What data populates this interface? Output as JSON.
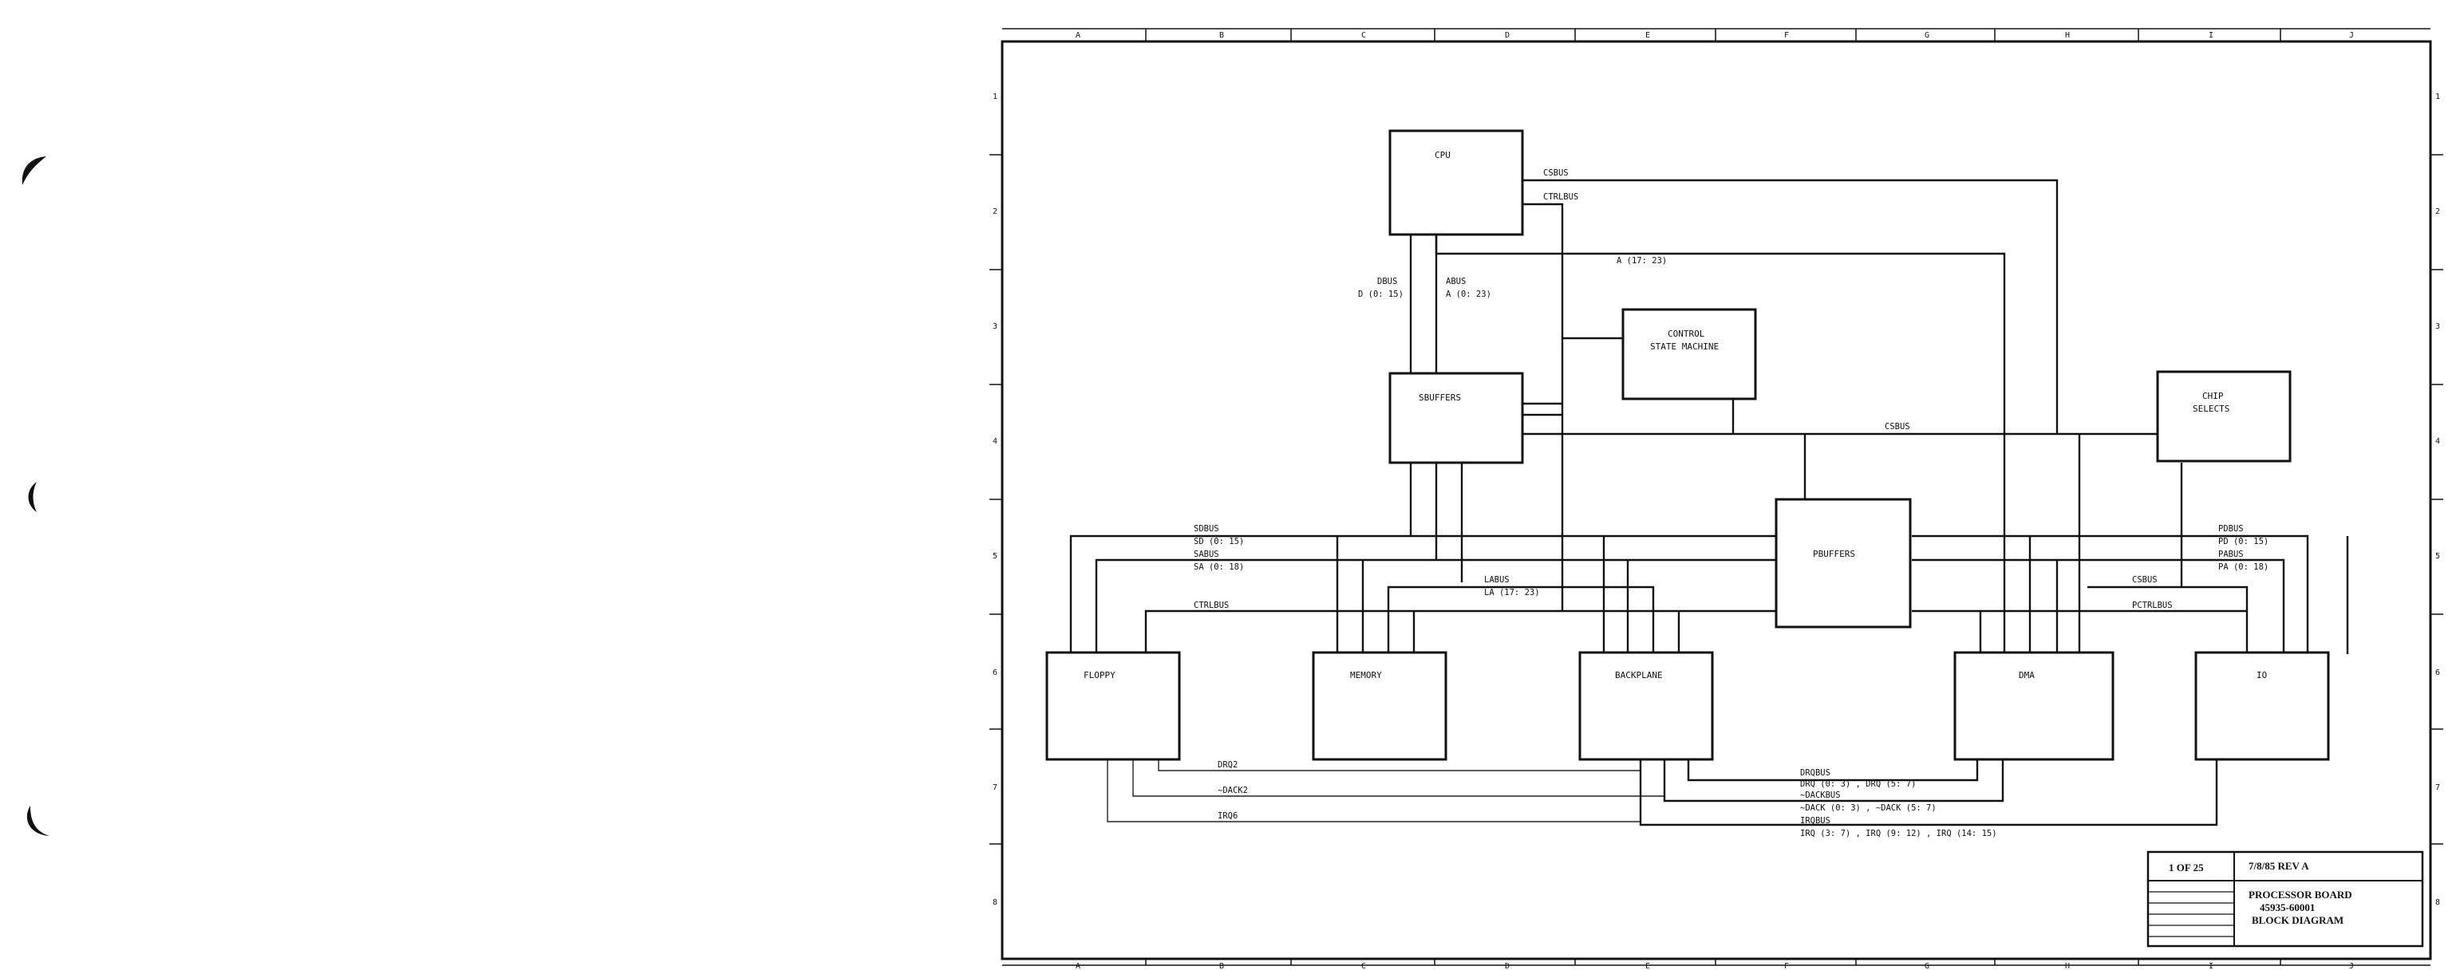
{
  "zones": {
    "columns": [
      "A",
      "B",
      "C",
      "D",
      "E",
      "F",
      "G",
      "H",
      "I",
      "J"
    ],
    "rows": [
      "1",
      "2",
      "3",
      "4",
      "5",
      "6",
      "7",
      "8"
    ]
  },
  "blocks": {
    "cpu": "CPU",
    "control_line1": "CONTROL",
    "control_line2": "STATE MACHINE",
    "sbuffers": "SBUFFERS",
    "chip_selects_line1": "CHIP",
    "chip_selects_line2": "SELECTS",
    "pbuffers": "PBUFFERS",
    "floppy": "FLOPPY",
    "memory": "MEMORY",
    "backplane": "BACKPLANE",
    "dma": "DMA",
    "io": "IO"
  },
  "signals": {
    "csbus_top": "CSBUS",
    "ctrlbus_top": "CTRLBUS",
    "a_17_23": "A (17: 23)",
    "dbus": "DBUS",
    "dbus_range": "D (0: 15)",
    "abus": "ABUS",
    "abus_range": "A (0: 23)",
    "csbus_mid": "CSBUS",
    "sdbus": "SDBUS",
    "sd_range": "SD (0: 15)",
    "sabus": "SABUS",
    "sa_range": "SA (0: 18)",
    "labus": "LABUS",
    "la_range": "LA (17: 23)",
    "ctrlbus_left": "CTRLBUS",
    "pdbus": "PDBUS",
    "pd_range": "PD (0: 15)",
    "pabus": "PABUS",
    "pa_range": "PA (0: 18)",
    "csbus_right": "CSBUS",
    "pctrlbus": "PCTRLBUS",
    "drq2": "DRQ2",
    "dack2": "~DACK2",
    "irq6": "IRQ6",
    "drqbus": "DRQBUS",
    "drq_range": "DRQ (0: 3) , DRQ (5: 7)",
    "dackbus": "~DACKBUS",
    "dack_range": "~DACK (0: 3) , ~DACK (5: 7)",
    "irqbus": "IRQBUS",
    "irq_range": "IRQ (3: 7) , IRQ (9: 12) , IRQ (14: 15)"
  },
  "title_block": {
    "sheet": "1 OF 25",
    "date_rev": "7/8/85 REV A",
    "line1": "PROCESSOR BOARD",
    "line2": "45935-60001",
    "line3": "BLOCK DIAGRAM"
  },
  "margin_marks": [
    "left-crescent-mark-top",
    "left-crescent-mark-middle",
    "left-crescent-mark-bottom"
  ]
}
